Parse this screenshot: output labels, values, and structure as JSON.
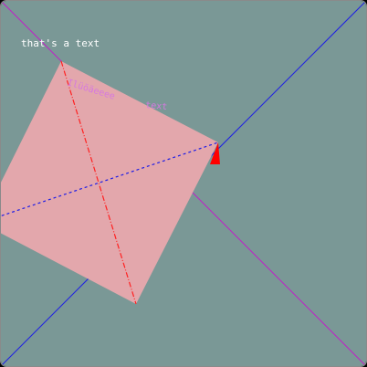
{
  "scene": {
    "background_color": "#7a9896",
    "frame_color": "#8a8a8a",
    "corner_label": "that's a text",
    "rotated_label_1": "Ilüöäeeee",
    "rotated_label_2": "text",
    "colors": {
      "square_fill": "#e3a7ac",
      "corner_label": "#ffffff",
      "rotated_label": "#d678e0",
      "red_line": "#ff2020",
      "blue_line": "#1d1de6",
      "magenta_line": "#c020c8",
      "red_marker": "#ff0000"
    },
    "shapes": {
      "diagonal_line": "blue-line-bottom-left-to-top-right",
      "anti_diagonal_line": "magenta-line-top-left-to-bottom-right",
      "square": "rotated-pink-square",
      "square_diagonal_1": "dash-dot-red-line",
      "square_diagonal_2": "dashed-blue-line",
      "marker": "red-triangle-marker"
    }
  }
}
